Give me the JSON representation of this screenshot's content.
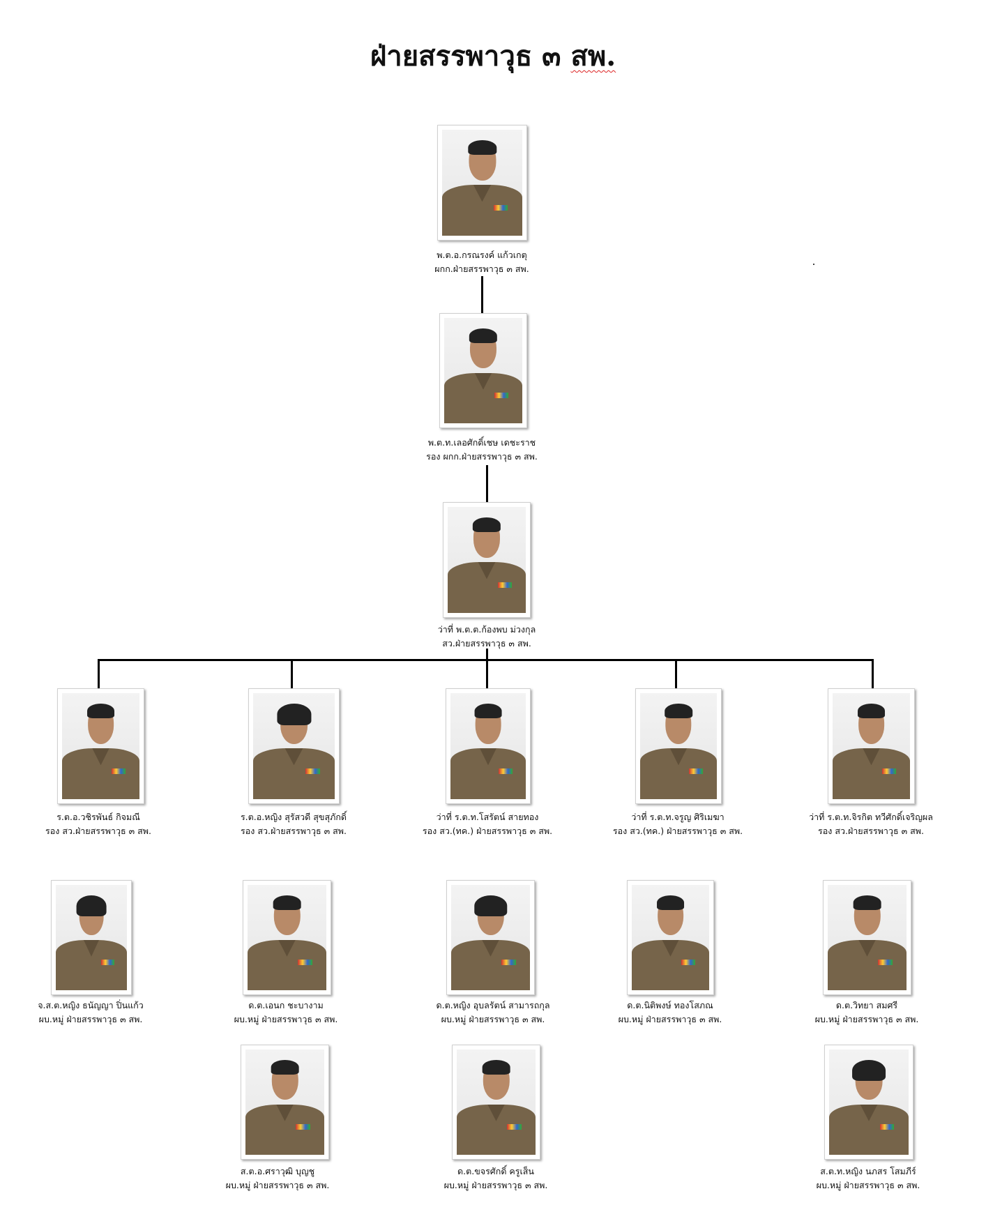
{
  "title": {
    "main": "ฝ่ายสรรพาวุธ ๓ ",
    "abbr": "สพ."
  },
  "people": [
    {
      "name": "พ.ต.อ.กรณรงค์ แก้วเกตุ",
      "position": "ผกก.ฝ่ายสรรพาวุธ ๓ สพ."
    },
    {
      "name": "พ.ต.ท.เลอศักดิ์เชษ เดชะราช",
      "position": "รอง ผกก.ฝ่ายสรรพาวุธ ๓ สพ."
    },
    {
      "name": "ว่าที่ พ.ต.ต.ก้องพบ ม่วงกุล",
      "position": "สว.ฝ่ายสรรพาวุธ ๓ สพ."
    },
    {
      "name": "ร.ต.อ.วชิรพันธ์ กิจมณี",
      "position": "รอง สว.ฝ่ายสรรพาวุธ ๓ สพ."
    },
    {
      "name": "ร.ต.อ.หญิง สุรัสวดี สุขสุภักดิ์",
      "position": "รอง สว.ฝ่ายสรรพาวุธ ๓ สพ."
    },
    {
      "name": "ว่าที่ ร.ต.ท.โสรัตน์ สายทอง",
      "position": "รอง สว.(ทค.) ฝ่ายสรรพาวุธ ๓ สพ."
    },
    {
      "name": "ว่าที่ ร.ต.ท.จรูญ ศิริเมฆา",
      "position": "รอง สว.(ทค.) ฝ่ายสรรพาวุธ ๓ สพ."
    },
    {
      "name": "ว่าที่ ร.ต.ท.จิรกิต ทวีศักดิ์เจริญผล",
      "position": "รอง สว.ฝ่ายสรรพาวุธ ๓ สพ."
    },
    {
      "name": "จ.ส.ต.หญิง ธนัญญา ปิ่นแก้ว",
      "position": "ผบ.หมู่ ฝ่ายสรรพาวุธ ๓ สพ."
    },
    {
      "name": "ด.ต.เอนก ชะบางาม",
      "position": "ผบ.หมู่ ฝ่ายสรรพาวุธ ๓ สพ."
    },
    {
      "name": "ด.ต.หญิง อุบลรัตน์ สามารถกุล",
      "position": "ผบ.หมู่ ฝ่ายสรรพาวุธ ๓ สพ."
    },
    {
      "name": "ด.ต.นิติพงษ์ ทองโสภณ",
      "position": "ผบ.หมู่ ฝ่ายสรรพาวุธ ๓ สพ."
    },
    {
      "name": "ด.ต.วิทยา สมศรี",
      "position": "ผบ.หมู่ ฝ่ายสรรพาวุธ ๓ สพ."
    },
    {
      "name": "ส.ต.อ.ศราวุฒิ บุญชู",
      "position": "ผบ.หมู่ ฝ่ายสรรพาวุธ ๓ สพ."
    },
    {
      "name": "ด.ต.ขจรศักดิ์ ครูเส็น",
      "position": "ผบ.หมู่ ฝ่ายสรรพาวุธ ๓ สพ."
    },
    {
      "name": "ส.ต.ท.หญิง นภสร โสมภีร์",
      "position": "ผบ.หมู่ ฝ่ายสรรพาวุธ ๓ สพ."
    }
  ]
}
